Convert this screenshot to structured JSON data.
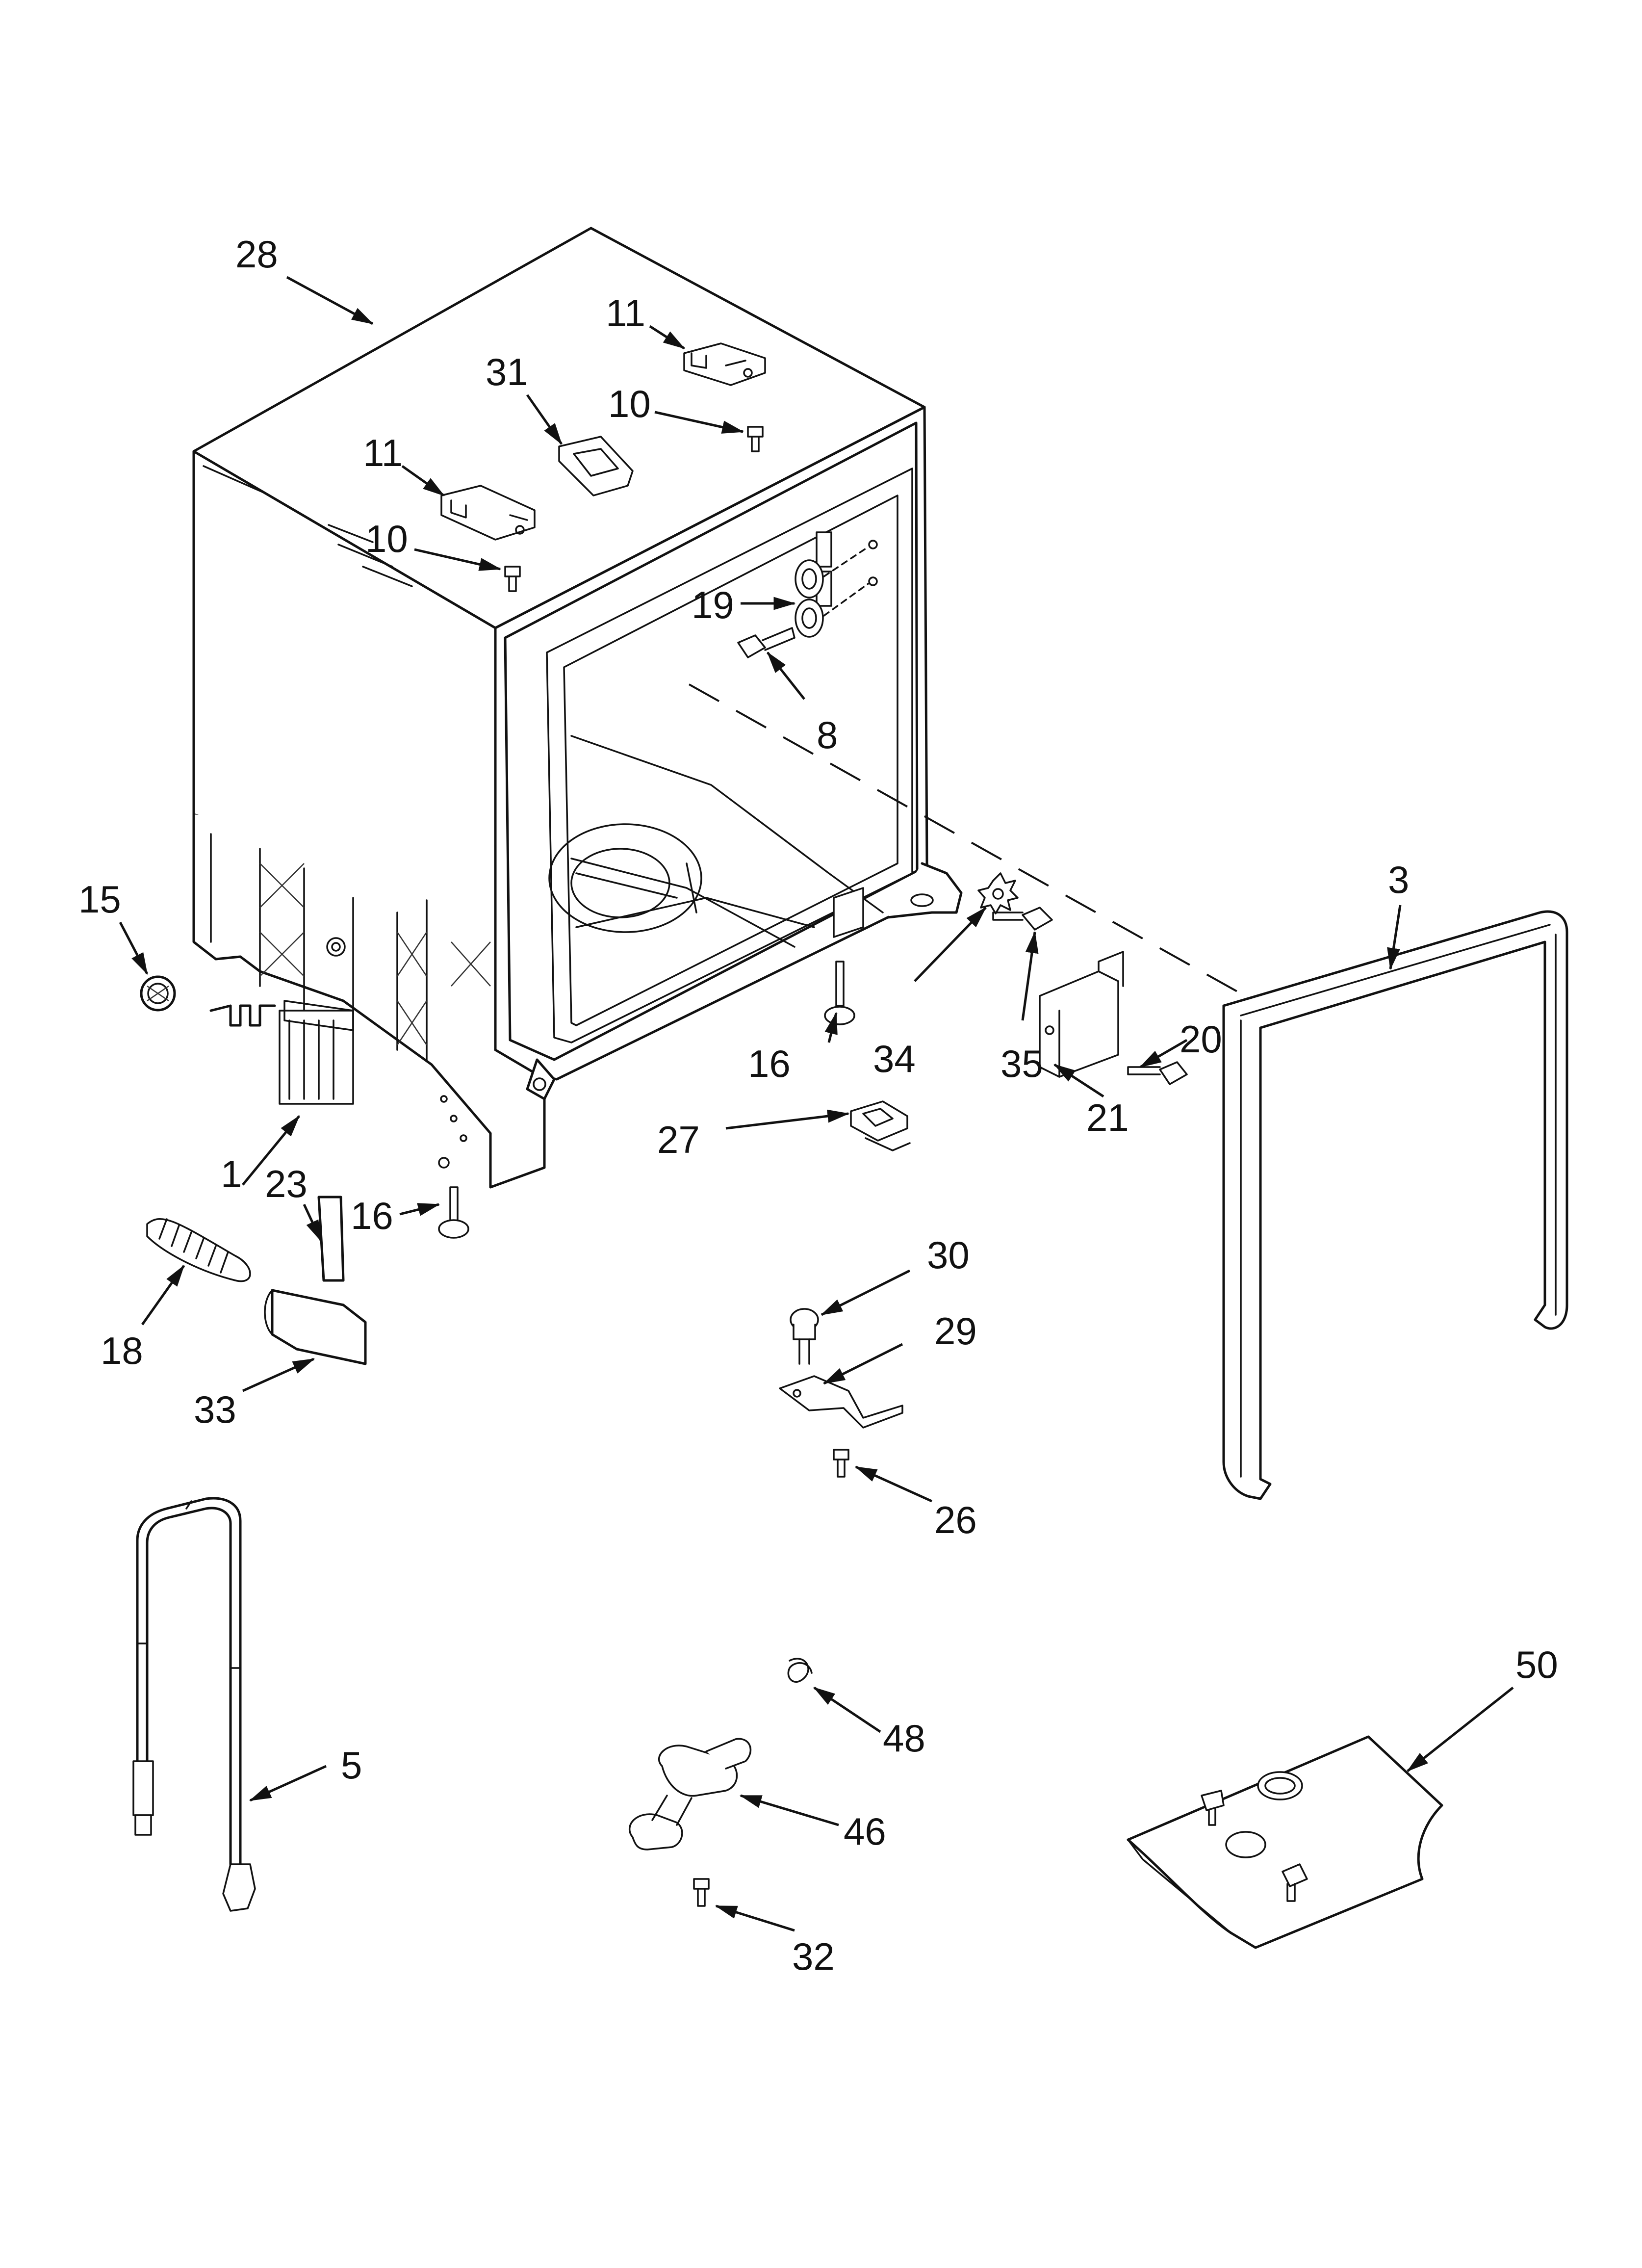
{
  "callouts": [
    {
      "id": "c28a",
      "text": "28"
    },
    {
      "id": "c11a",
      "text": "11"
    },
    {
      "id": "c31",
      "text": "31"
    },
    {
      "id": "c10a",
      "text": "10"
    },
    {
      "id": "c11b",
      "text": "11"
    },
    {
      "id": "c10b",
      "text": "10"
    },
    {
      "id": "c19",
      "text": "19"
    },
    {
      "id": "c8",
      "text": "8"
    },
    {
      "id": "c15",
      "text": "15"
    },
    {
      "id": "c3",
      "text": "3"
    },
    {
      "id": "c16a",
      "text": "16"
    },
    {
      "id": "c34",
      "text": "34"
    },
    {
      "id": "c20",
      "text": "20"
    },
    {
      "id": "c35",
      "text": "35"
    },
    {
      "id": "c21",
      "text": "21"
    },
    {
      "id": "c27",
      "text": "27"
    },
    {
      "id": "c1",
      "text": "1"
    },
    {
      "id": "c23",
      "text": "23"
    },
    {
      "id": "c16b",
      "text": "16"
    },
    {
      "id": "c30",
      "text": "30"
    },
    {
      "id": "c29",
      "text": "29"
    },
    {
      "id": "c18",
      "text": "18"
    },
    {
      "id": "c33",
      "text": "33"
    },
    {
      "id": "c26",
      "text": "26"
    },
    {
      "id": "c50",
      "text": "50"
    },
    {
      "id": "c5",
      "text": "5"
    },
    {
      "id": "c48",
      "text": "48"
    },
    {
      "id": "c46",
      "text": "46"
    },
    {
      "id": "c32",
      "text": "32"
    }
  ]
}
